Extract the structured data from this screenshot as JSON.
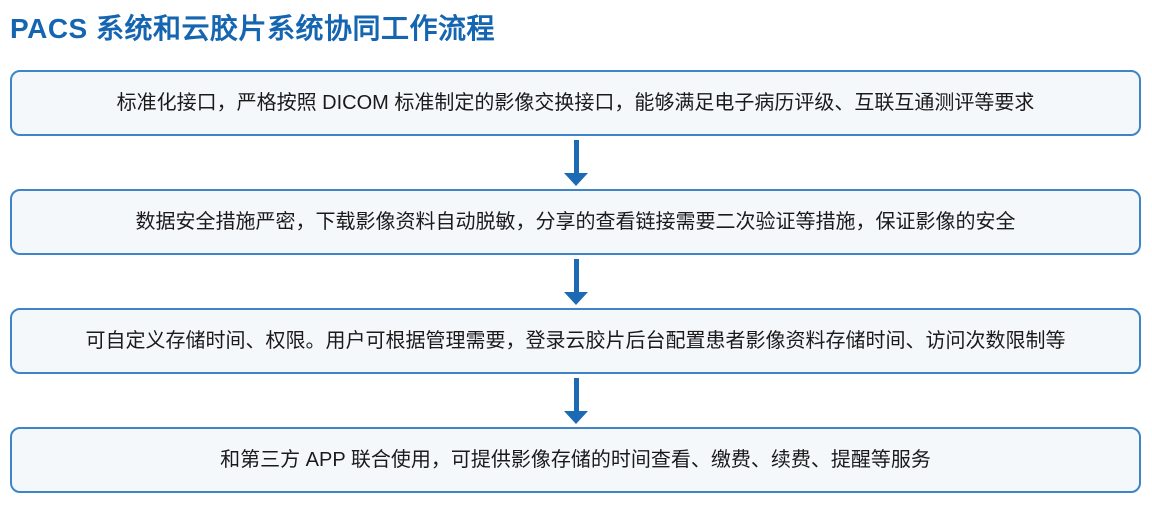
{
  "title": "PACS 系统和云胶片系统协同工作流程",
  "colors": {
    "background": "#ffffff",
    "title_text": "#1565b0",
    "box_border": "#3d85c6",
    "box_fill": "#f5f8fb",
    "body_text": "#1a1a1a",
    "arrow": "#1b6ab3"
  },
  "flow": {
    "direction": "top-down",
    "connector": "arrow-down",
    "steps": [
      {
        "label": "标准化接口，严格按照 DICOM 标准制定的影像交换接口，能够满足电子病历评级、互联互通测评等要求"
      },
      {
        "label": "数据安全措施严密，下载影像资料自动脱敏，分享的查看链接需要二次验证等措施，保证影像的安全"
      },
      {
        "label": "可自定义存储时间、权限。用户可根据管理需要，登录云胶片后台配置患者影像资料存储时间、访问次数限制等"
      },
      {
        "label": "和第三方 APP 联合使用，可提供影像存储的时间查看、缴费、续费、提醒等服务"
      }
    ]
  }
}
